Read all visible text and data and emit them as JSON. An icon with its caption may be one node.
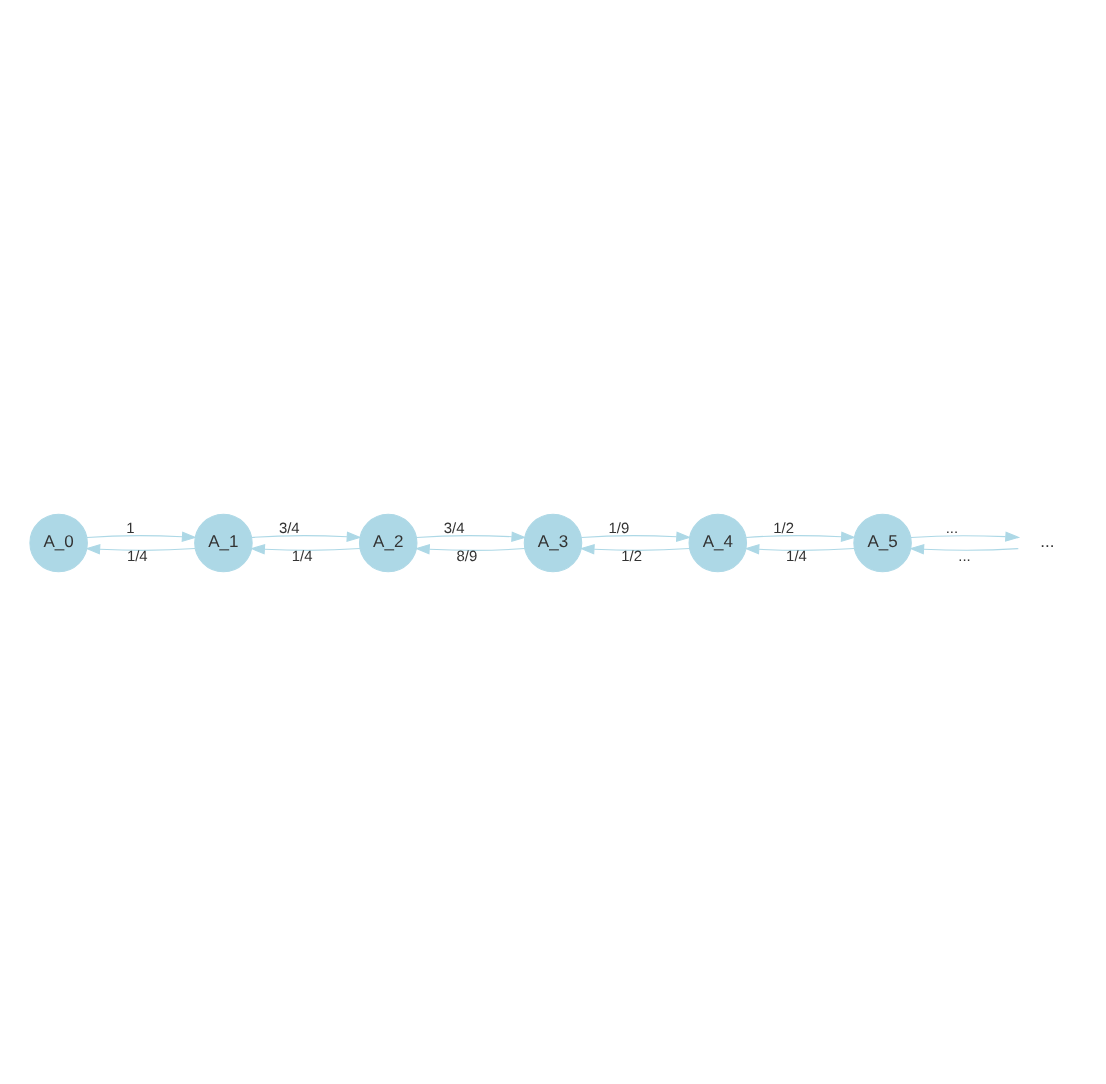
{
  "diagram": {
    "nodes": [
      {
        "text": [
          "A_0"
        ]
      },
      {
        "text": [
          "A_1"
        ]
      },
      {
        "text": [
          "A_2"
        ]
      },
      {
        "text": [
          "A_3"
        ]
      },
      {
        "text": [
          "A_4"
        ]
      },
      {
        "text": [
          "A_5"
        ]
      },
      {
        "text": [
          "..."
        ]
      }
    ],
    "edges": [
      {
        "from": 0,
        "to": 1,
        "arrow": "to",
        "label": "1"
      },
      {
        "from": 1,
        "to": 0,
        "arrow": "to",
        "label": "1/4"
      },
      {
        "from": 1,
        "to": 2,
        "arrow": "to",
        "label": "3/4"
      },
      {
        "from": 2,
        "to": 1,
        "arrow": "to",
        "label": "1/4"
      },
      {
        "from": 2,
        "to": 3,
        "arrow": "to",
        "label": "3/4"
      },
      {
        "from": 3,
        "to": 2,
        "arrow": "to",
        "label": "8/9"
      },
      {
        "from": 3,
        "to": 4,
        "arrow": "to",
        "label": "1/9"
      },
      {
        "from": 4,
        "to": 3,
        "arrow": "to",
        "label": "1/2"
      },
      {
        "from": 4,
        "to": 5,
        "arrow": "to",
        "label": "1/2"
      },
      {
        "from": 5,
        "to": 4,
        "arrow": "to",
        "label": "1/4"
      },
      {
        "from": 6,
        "to": 5,
        "arrow": "to",
        "label": "..."
      },
      {
        "from": 5,
        "to": 6,
        "arrow": "to",
        "label": "..."
      }
    ]
  }
}
